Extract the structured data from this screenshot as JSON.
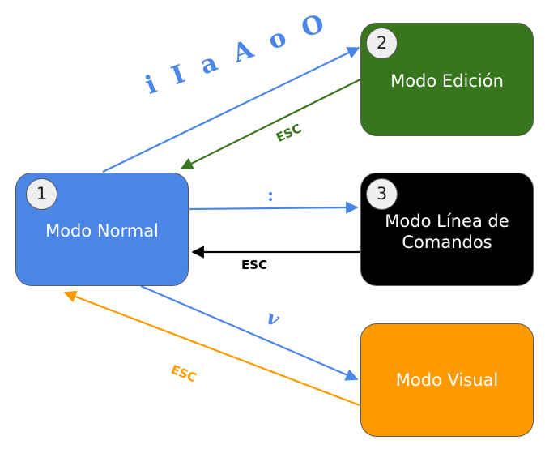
{
  "nodes": [
    {
      "id": "normal",
      "number": "1",
      "label": "Modo Normal",
      "color": "#4a86e8"
    },
    {
      "id": "edicion",
      "number": "2",
      "label": "Modo Edición",
      "color": "#38761d"
    },
    {
      "id": "comandos",
      "number": "3",
      "label": "Modo Línea de Comandos",
      "color": "#000000"
    },
    {
      "id": "visual",
      "number": "",
      "label": "Modo Visual",
      "color": "#ff9900"
    }
  ],
  "edges": [
    {
      "from": "normal",
      "to": "edicion",
      "label": "i I a A o O",
      "color": "#4a86e8"
    },
    {
      "from": "edicion",
      "to": "normal",
      "label": "ESC",
      "color": "#38761d"
    },
    {
      "from": "normal",
      "to": "comandos",
      "label": ":",
      "color": "#4a86e8"
    },
    {
      "from": "comandos",
      "to": "normal",
      "label": "ESC",
      "color": "#000000"
    },
    {
      "from": "normal",
      "to": "visual",
      "label": "v",
      "color": "#4a86e8"
    },
    {
      "from": "visual",
      "to": "normal",
      "label": "ESC",
      "color": "#ff9900"
    }
  ]
}
